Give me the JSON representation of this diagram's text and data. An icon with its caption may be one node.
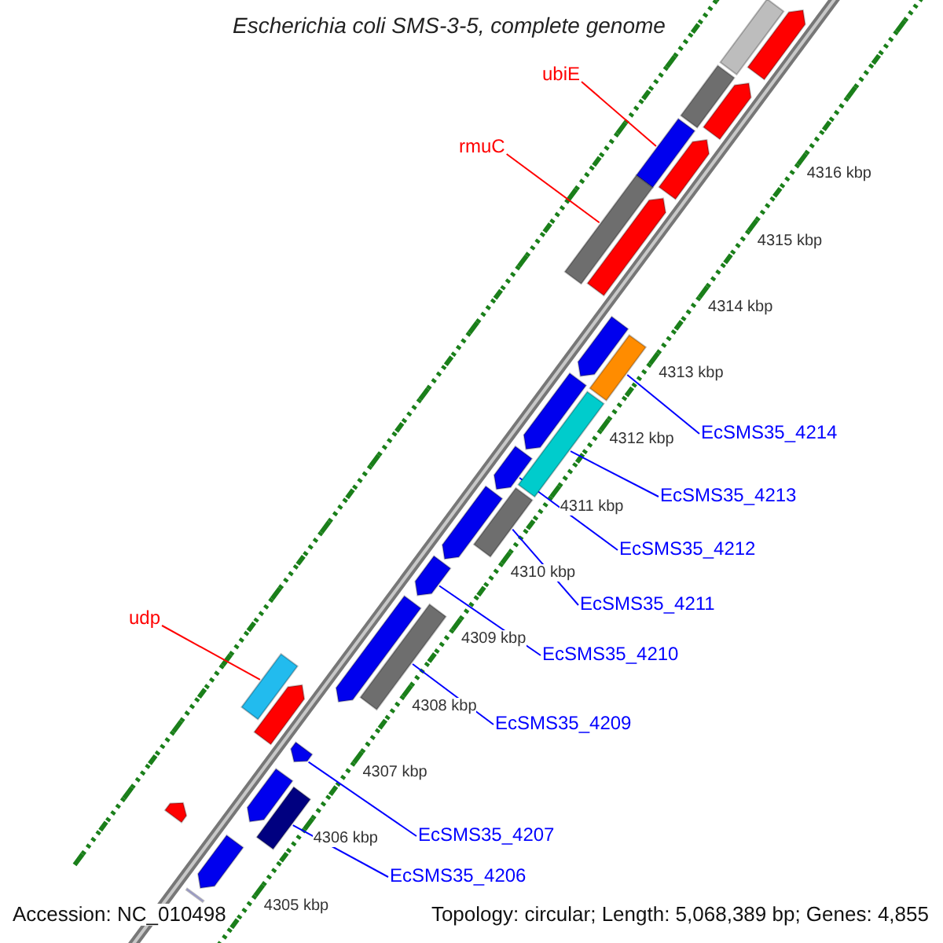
{
  "diagram": {
    "title": "Escherichia coli SMS-3-5, complete genome",
    "nodes": [
      {
        "text": [
          "ubiE"
        ]
      },
      {
        "text": [
          "rmuC"
        ]
      },
      {
        "text": [
          "udp"
        ]
      },
      {
        "text": [
          "EcSMS35_4214"
        ]
      },
      {
        "text": [
          "EcSMS35_4213"
        ]
      },
      {
        "text": [
          "EcSMS35_4212"
        ]
      },
      {
        "text": [
          "EcSMS35_4211"
        ]
      },
      {
        "text": [
          "EcSMS35_4210"
        ]
      },
      {
        "text": [
          "EcSMS35_4209"
        ]
      },
      {
        "text": [
          "EcSMS35_4207"
        ]
      },
      {
        "text": [
          "EcSMS35_4206"
        ]
      },
      {
        "text": [],
        "shape": "bar"
      },
      {
        "text": [],
        "shape": "pentagon"
      },
      {
        "text": [],
        "shape": "bar"
      },
      {
        "text": [],
        "shape": "pentagon"
      },
      {
        "text": [],
        "shape": "bar"
      },
      {
        "text": [],
        "shape": "pentagon"
      },
      {
        "text": [],
        "shape": "bar"
      },
      {
        "text": [],
        "shape": "pentagon"
      },
      {
        "text": [],
        "shape": "pentagon"
      },
      {
        "text": [],
        "shape": "bar"
      },
      {
        "text": [],
        "shape": "pentagon"
      },
      {
        "text": [],
        "shape": "bar"
      },
      {
        "text": [],
        "shape": "pentagon"
      },
      {
        "text": [],
        "shape": "bar"
      },
      {
        "text": [],
        "shape": "pentagon"
      },
      {
        "text": [],
        "shape": "pentagon"
      },
      {
        "text": [],
        "shape": "pentagon"
      },
      {
        "text": [],
        "shape": "bar"
      },
      {
        "text": [],
        "shape": "bar"
      },
      {
        "text": [],
        "shape": "pentagon"
      },
      {
        "text": [],
        "shape": "pentagon"
      },
      {
        "text": [],
        "shape": "pentagon"
      },
      {
        "text": [],
        "shape": "pentagon"
      },
      {
        "text": [],
        "shape": "bar"
      },
      {
        "text": [],
        "shape": "pentagon"
      },
      {
        "text": [],
        "shape": "bar"
      }
    ],
    "edges": [
      {
        "from": 0,
        "to": 15,
        "arrow": "none",
        "color": "#ff0000"
      },
      {
        "from": 1,
        "to": 17,
        "arrow": "none",
        "color": "#ff0000"
      },
      {
        "from": 2,
        "to": 29,
        "arrow": "none",
        "color": "#ff0000"
      },
      {
        "from": 3,
        "to": 20,
        "arrow": "none"
      },
      {
        "from": 4,
        "to": 22,
        "arrow": "none"
      },
      {
        "from": 5,
        "to": 23,
        "arrow": "none"
      },
      {
        "from": 6,
        "to": 24,
        "arrow": "none"
      },
      {
        "from": 7,
        "to": 26,
        "arrow": "none"
      },
      {
        "from": 8,
        "to": 28,
        "arrow": "none"
      },
      {
        "from": 9,
        "to": 31,
        "arrow": "none"
      },
      {
        "from": 10,
        "to": 34,
        "arrow": "none"
      }
    ],
    "labels": [
      "4316 kbp",
      "4315 kbp",
      "4314 kbp",
      "4313 kbp",
      "4312 kbp",
      "4311 kbp",
      "4310 kbp",
      "4309 kbp",
      "4308 kbp",
      "4307 kbp",
      "4306 kbp",
      "4305 kbp",
      "Accession: NC_010498",
      "Topology: circular; Length: 5,068,389 bp; Genes: 4,855"
    ]
  }
}
